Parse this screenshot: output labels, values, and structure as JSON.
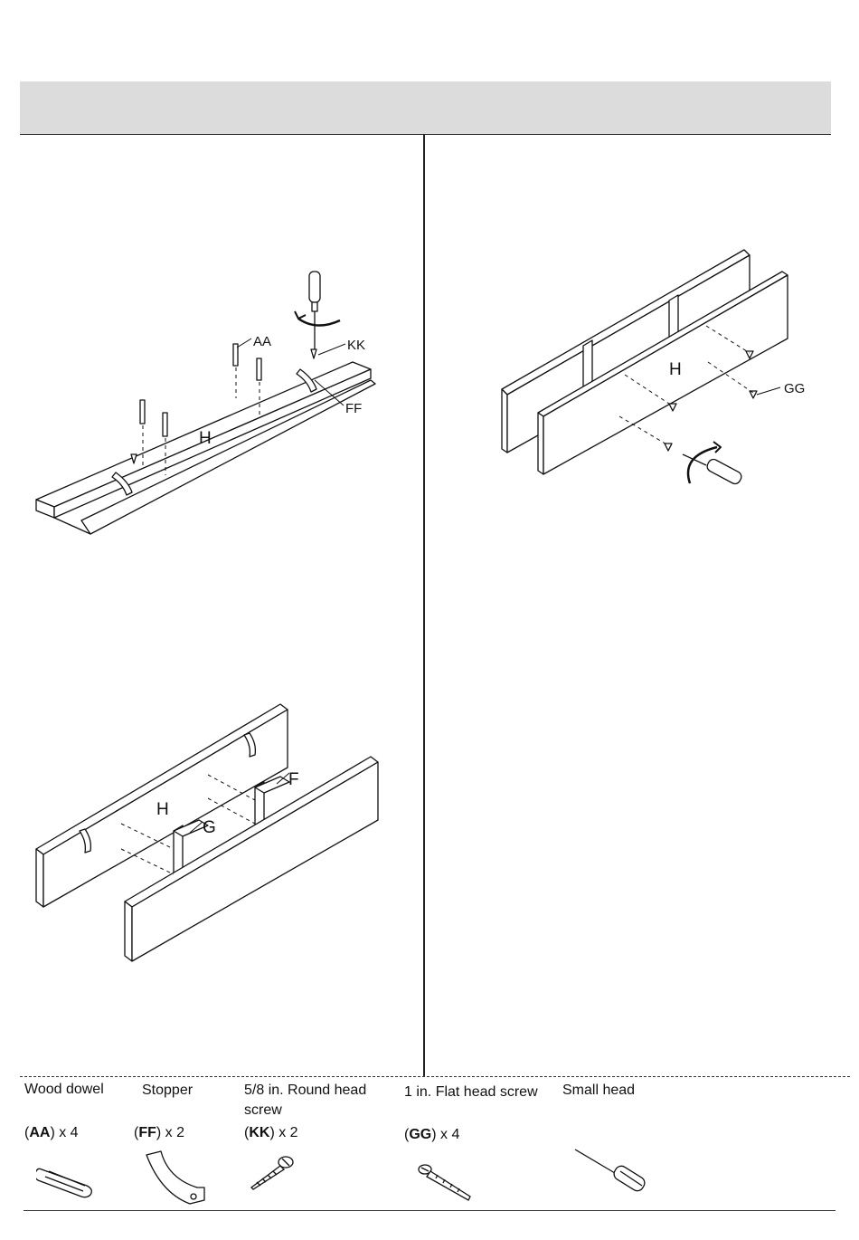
{
  "figures": {
    "step_a": {
      "labels": {
        "aa": "AA",
        "kk": "KK",
        "ff": "FF",
        "h": "H"
      }
    },
    "step_b": {
      "labels": {
        "h": "H",
        "gg": "GG"
      }
    },
    "step_c": {
      "labels": {
        "h": "H",
        "g": "G",
        "f": "F"
      }
    }
  },
  "parts": [
    {
      "name": "Wood dowel",
      "code": "AA",
      "qty": "x 4",
      "icon": "wood-dowel-icon"
    },
    {
      "name": "Stopper",
      "code": "FF",
      "qty": "x 2",
      "icon": "stopper-icon"
    },
    {
      "name": "5/8 in. Round head screw",
      "code": "KK",
      "qty": "x 2",
      "icon": "round-head-screw-icon"
    },
    {
      "name": "1 in. Flat head screw",
      "code": "GG",
      "qty": "x 4",
      "icon": "flat-head-screw-icon"
    },
    {
      "name": "Small head",
      "code": "",
      "qty": "",
      "icon": "screwdriver-icon"
    }
  ]
}
